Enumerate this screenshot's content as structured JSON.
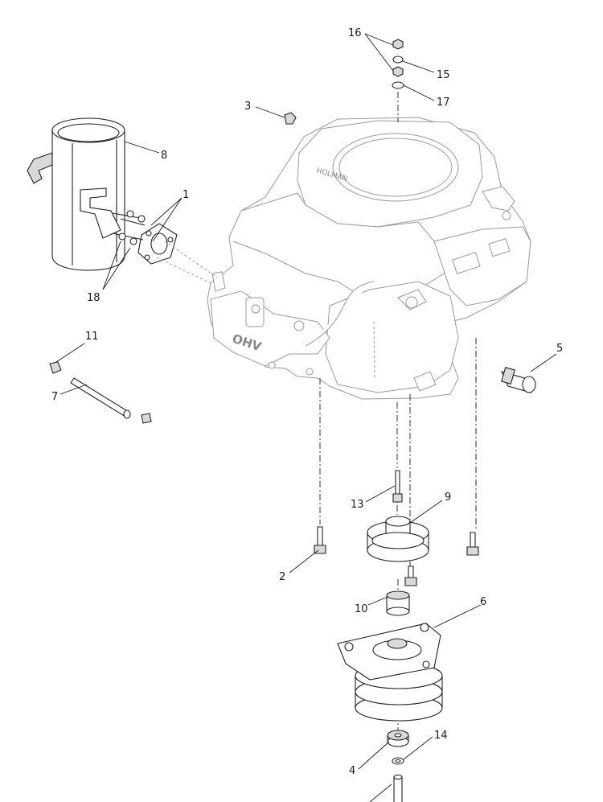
{
  "engine": {
    "shroud_text": "HOLMAN",
    "block_text": "OHV"
  },
  "callouts": [
    {
      "id": "1",
      "label": "1"
    },
    {
      "id": "2",
      "label": "2"
    },
    {
      "id": "3",
      "label": "3"
    },
    {
      "id": "4",
      "label": "4"
    },
    {
      "id": "5",
      "label": "5"
    },
    {
      "id": "6",
      "label": "6"
    },
    {
      "id": "7",
      "label": "7"
    },
    {
      "id": "8",
      "label": "8"
    },
    {
      "id": "9",
      "label": "9"
    },
    {
      "id": "10",
      "label": "10"
    },
    {
      "id": "11",
      "label": "11"
    },
    {
      "id": "13",
      "label": "13"
    },
    {
      "id": "14",
      "label": "14"
    },
    {
      "id": "15",
      "label": "15"
    },
    {
      "id": "16",
      "label": "16"
    },
    {
      "id": "17",
      "label": "17"
    },
    {
      "id": "18",
      "label": "18"
    }
  ]
}
